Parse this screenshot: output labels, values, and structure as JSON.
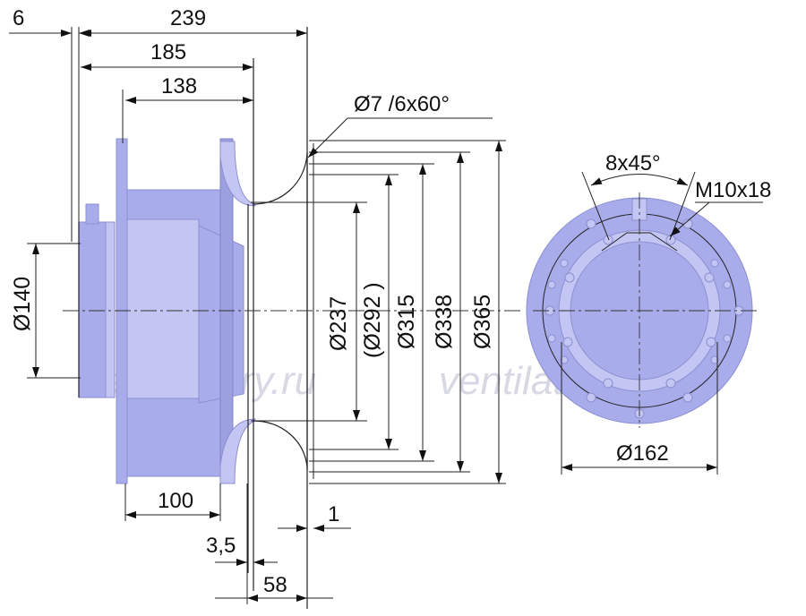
{
  "watermark": {
    "left": "ventilatorry.ru",
    "right": "ventilatorry.ru"
  },
  "dimensions": {
    "d6": "6",
    "d239": "239",
    "d185": "185",
    "d138": "138",
    "d100": "100",
    "d1": "1",
    "d3_5": "3,5",
    "d58": "58",
    "dia140": "Ø140",
    "dia237": "Ø237",
    "dia292": "(Ø292 )",
    "dia315": "Ø315",
    "dia338": "Ø338",
    "dia365": "Ø365",
    "dia162": "Ø162",
    "holes_side": "Ø7 /6x60°",
    "holes_front": "8x45°",
    "thread": "M10x18"
  },
  "colors": {
    "body": "#a9acea",
    "body_light": "#c3c5f2",
    "body_dark": "#9c9fe0",
    "lines": "#222222"
  }
}
